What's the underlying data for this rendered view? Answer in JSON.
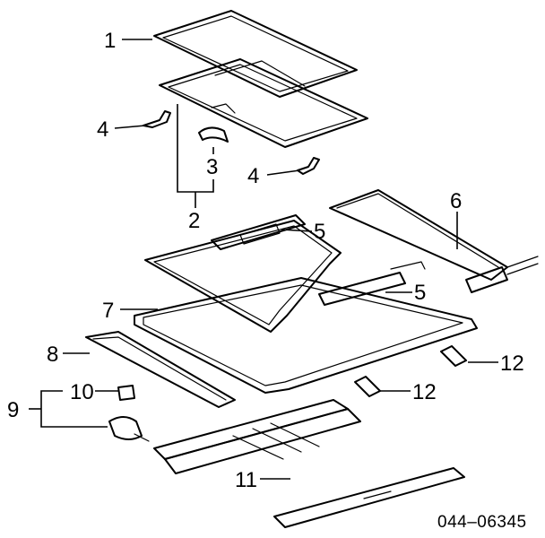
{
  "callouts": {
    "c1": "1",
    "c2": "2",
    "c3": "3",
    "c4a": "4",
    "c4b": "4",
    "c5a": "5",
    "c5b": "5",
    "c6": "6",
    "c7": "7",
    "c8": "8",
    "c9": "9",
    "c10": "10",
    "c11": "11",
    "c12a": "12",
    "c12b": "12"
  },
  "reference_number": "044–06345"
}
